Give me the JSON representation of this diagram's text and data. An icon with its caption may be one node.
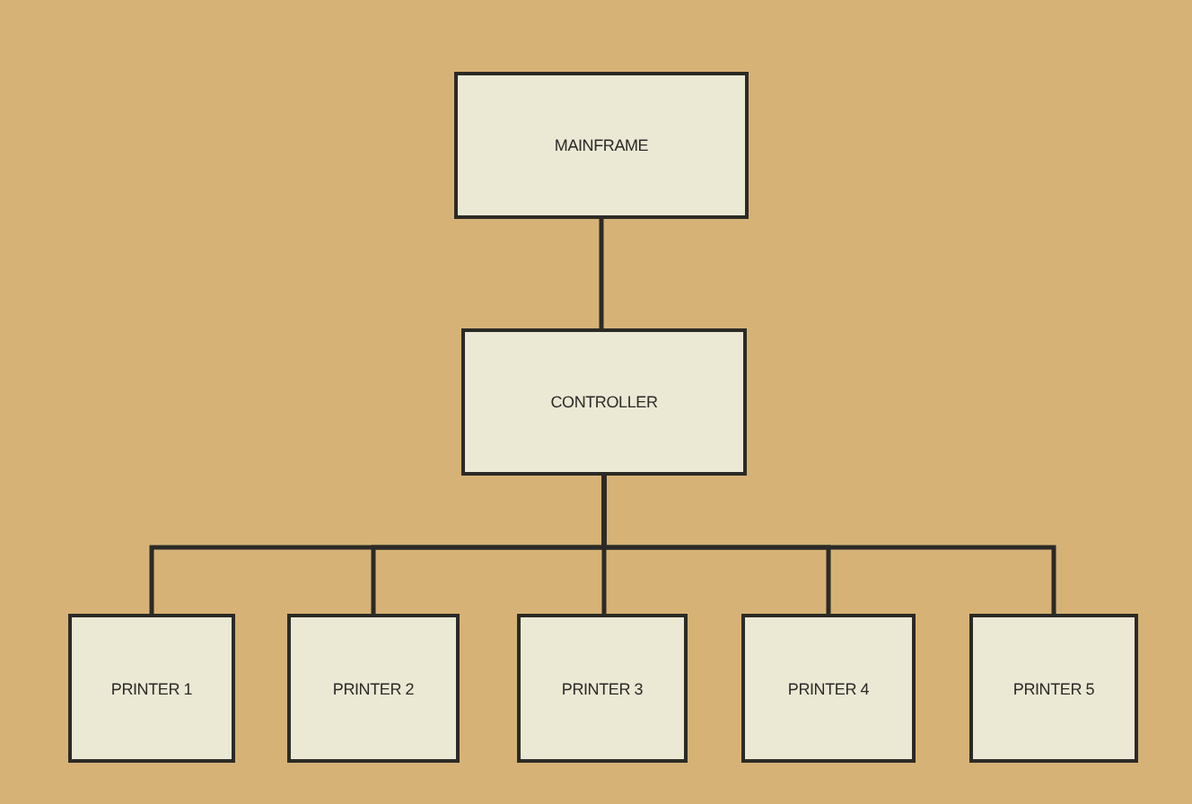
{
  "diagram": {
    "nodes": [
      {
        "text": [
          "MAINFRAME"
        ]
      },
      {
        "text": [
          "CONTROLLER"
        ]
      },
      {
        "text": [
          "PRINTER 1"
        ]
      },
      {
        "text": [
          "PRINTER 2"
        ]
      },
      {
        "text": [
          "PRINTER 3"
        ]
      },
      {
        "text": [
          "PRINTER 4"
        ]
      },
      {
        "text": [
          "PRINTER 5"
        ]
      }
    ],
    "edges": [
      {
        "from": 0,
        "to": 1,
        "arrow": "none"
      },
      {
        "from": 1,
        "to": 2,
        "arrow": "none"
      },
      {
        "from": 1,
        "to": 3,
        "arrow": "none"
      },
      {
        "from": 1,
        "to": 4,
        "arrow": "none"
      },
      {
        "from": 1,
        "to": 5,
        "arrow": "none"
      },
      {
        "from": 1,
        "to": 6,
        "arrow": "none"
      }
    ]
  }
}
